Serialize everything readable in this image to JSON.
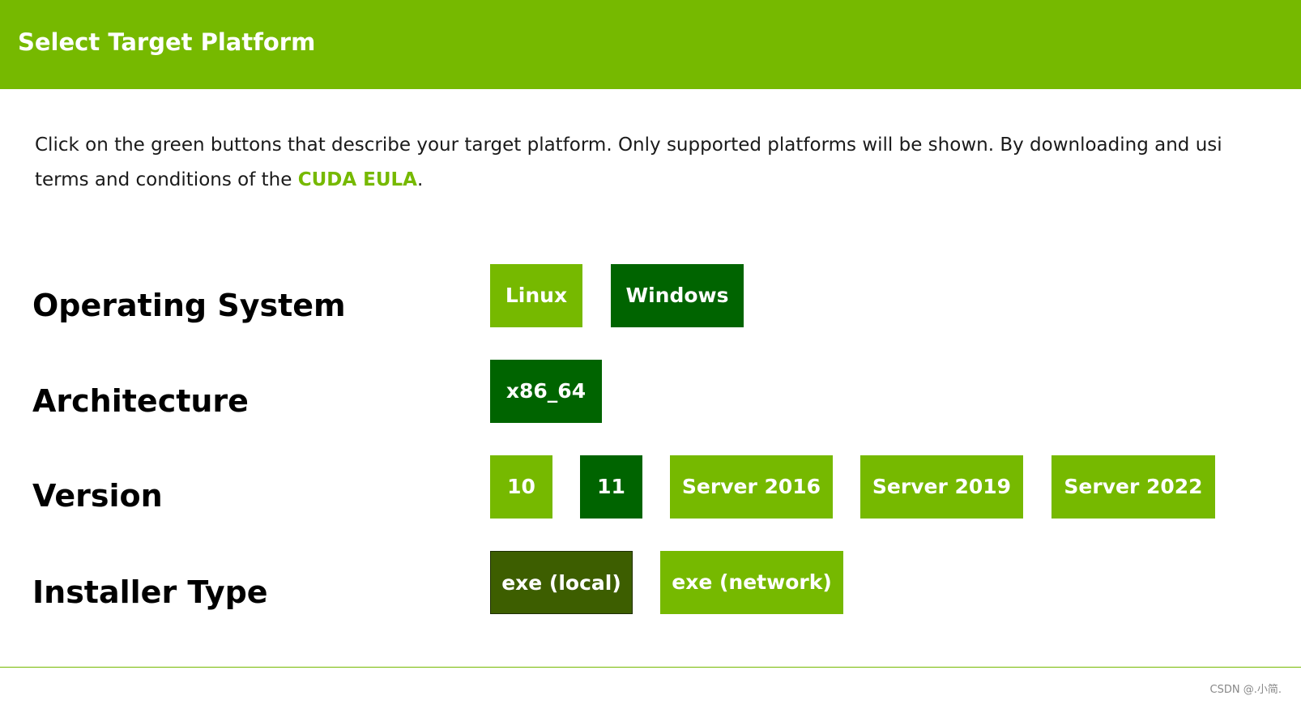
{
  "header": {
    "title": "Select Target Platform"
  },
  "intro": {
    "line1": "Click on the green buttons that describe your target platform. Only supported platforms will be shown. By downloading and usi",
    "line2_prefix": "terms and conditions of the ",
    "eula_link": "CUDA EULA",
    "line2_suffix": "."
  },
  "rows": {
    "os": {
      "label": "Operating System",
      "options": [
        "Linux",
        "Windows"
      ],
      "selected": "Windows"
    },
    "arch": {
      "label": "Architecture",
      "options": [
        "x86_64"
      ],
      "selected": "x86_64"
    },
    "version": {
      "label": "Version",
      "options": [
        "10",
        "11",
        "Server 2016",
        "Server 2019",
        "Server 2022"
      ],
      "selected": "11"
    },
    "installer": {
      "label": "Installer Type",
      "options": [
        "exe (local)",
        "exe (network)"
      ],
      "selected": "exe (local)"
    }
  },
  "watermark": "CSDN @.小简.",
  "colors": {
    "brand_green": "#76b900",
    "selected_green": "#006400",
    "installer_selected": "#3d5e00"
  }
}
